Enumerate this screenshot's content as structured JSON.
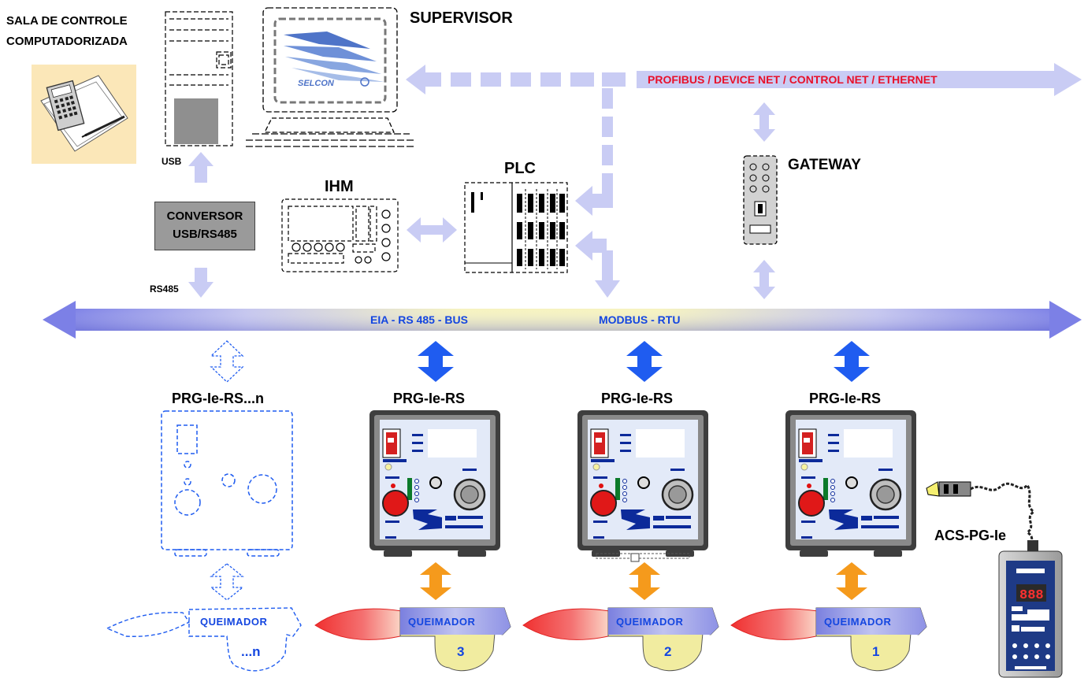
{
  "labels": {
    "control_room_line1": "SALA DE CONTROLE",
    "control_room_line2": "COMPUTADORIZADA",
    "supervisor": "SUPERVISOR",
    "monitor_brand": "SELCON",
    "network": "PROFIBUS / DEVICE NET / CONTROL NET / ETHERNET",
    "usb": "USB",
    "rs485": "RS485",
    "converter_line1": "CONVERSOR",
    "converter_line2": "USB/RS485",
    "ihm": "IHM",
    "plc": "PLC",
    "gateway": "GATEWAY",
    "bus_left": "EIA - RS 485 - BUS",
    "bus_right": "MODBUS - RTU",
    "acs": "ACS-PG-Ie"
  },
  "controllers": [
    {
      "label": "PRG-Ie-RS...n",
      "style": "dashed"
    },
    {
      "label": "PRG-Ie-RS",
      "style": "solid"
    },
    {
      "label": "PRG-Ie-RS",
      "style": "solid"
    },
    {
      "label": "PRG-Ie-RS",
      "style": "solid"
    }
  ],
  "burners": [
    {
      "label": "QUEIMADOR",
      "number": "...n",
      "style": "dashed"
    },
    {
      "label": "QUEIMADOR",
      "number": "3",
      "style": "solid"
    },
    {
      "label": "QUEIMADOR",
      "number": "2",
      "style": "solid"
    },
    {
      "label": "QUEIMADOR",
      "number": "1",
      "style": "solid"
    }
  ],
  "colors": {
    "network_arrow": "#c9ccf4",
    "bus_blue": "#7f82e8",
    "bus_yellow": "#f6f3c0",
    "device_arrow": "#1f5cf0",
    "burner_arrow": "#f59a1c",
    "flame_red": "#f02a2a",
    "burner_body": "#f1eca0",
    "network_text": "#e8102a",
    "bus_text": "#1446e0"
  }
}
